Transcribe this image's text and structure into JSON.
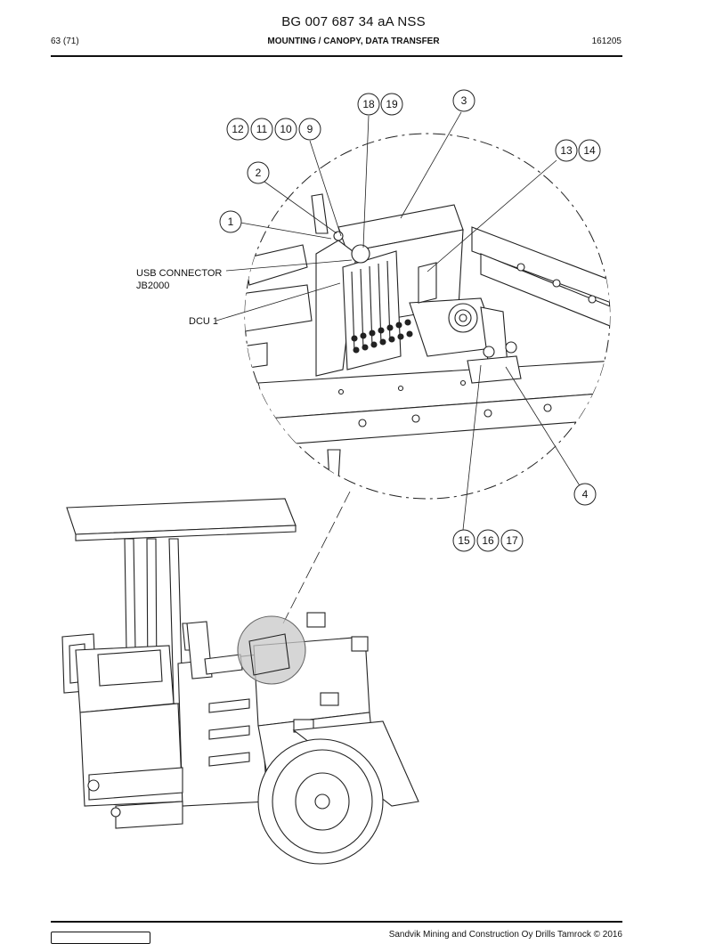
{
  "document": {
    "title": "BG 007 687 34 aA NSS",
    "page": "63 (71)",
    "section": "MOUNTING / CANOPY, DATA TRANSFER",
    "date": "161205"
  },
  "labels": {
    "usb_connector": "USB CONNECTOR",
    "jb2000": "JB2000",
    "dcu": "DCU 1"
  },
  "callouts": {
    "c1": "1",
    "c2": "2",
    "c3": "3",
    "c4": "4",
    "c9": "9",
    "c10": "10",
    "c11": "11",
    "c12": "12",
    "c13": "13",
    "c14": "14",
    "c15": "15",
    "c16": "16",
    "c17": "17",
    "c18": "18",
    "c19": "19"
  },
  "footer": {
    "copyright": "Sandvik Mining and Construction Oy Drills Tamrock © 2016"
  }
}
